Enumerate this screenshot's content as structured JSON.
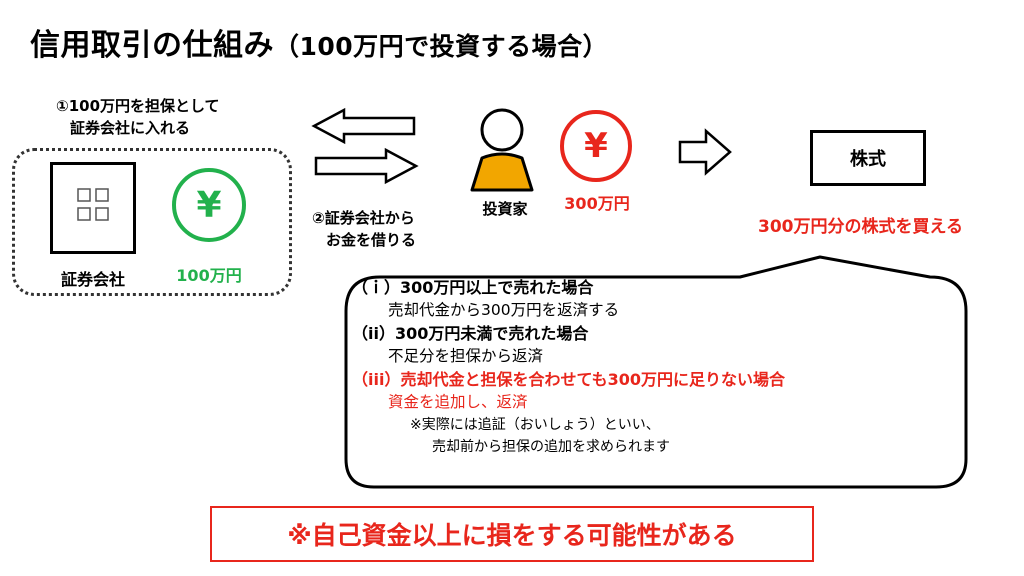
{
  "title": {
    "main": "信用取引の仕組み",
    "sub": "（100万円で投資する場合）"
  },
  "step1": {
    "line1": "①100万円を担保として",
    "line2": "証券会社に入れる"
  },
  "step2": {
    "line1": "②証券会社から",
    "line2": "お金を借りる"
  },
  "broker": {
    "label": "証券会社",
    "icon": "building-icon"
  },
  "broker_money": {
    "symbol": "¥",
    "amount": "100万円",
    "color": "#22b14c"
  },
  "investor": {
    "label": "投資家",
    "icon": "person-icon",
    "color": "#f2a600"
  },
  "investor_money": {
    "symbol": "¥",
    "amount": "300万円",
    "color": "#e8261c"
  },
  "stock": {
    "label": "株式"
  },
  "stock_note": "300万円分の株式を買える",
  "scenarios": {
    "s1_title": "（ｉ）300万円以上で売れた場合",
    "s1_desc": "売却代金から300万円を返済する",
    "s2_title": "（ii）300万円未満で売れた場合",
    "s2_desc": "不足分を担保から返済",
    "s3_title": "（iii）売却代金と担保を合わせても300万円に足りない場合",
    "s3_desc": "資金を追加し、返済",
    "note_line1": "※実際には追証（おいしょう）といい、",
    "note_line2": "売却前から担保の追加を求められます"
  },
  "warning": "※自己資金以上に損をする可能性がある",
  "colors": {
    "red": "#e8261c",
    "green": "#22b14c",
    "orange": "#f2a600"
  }
}
